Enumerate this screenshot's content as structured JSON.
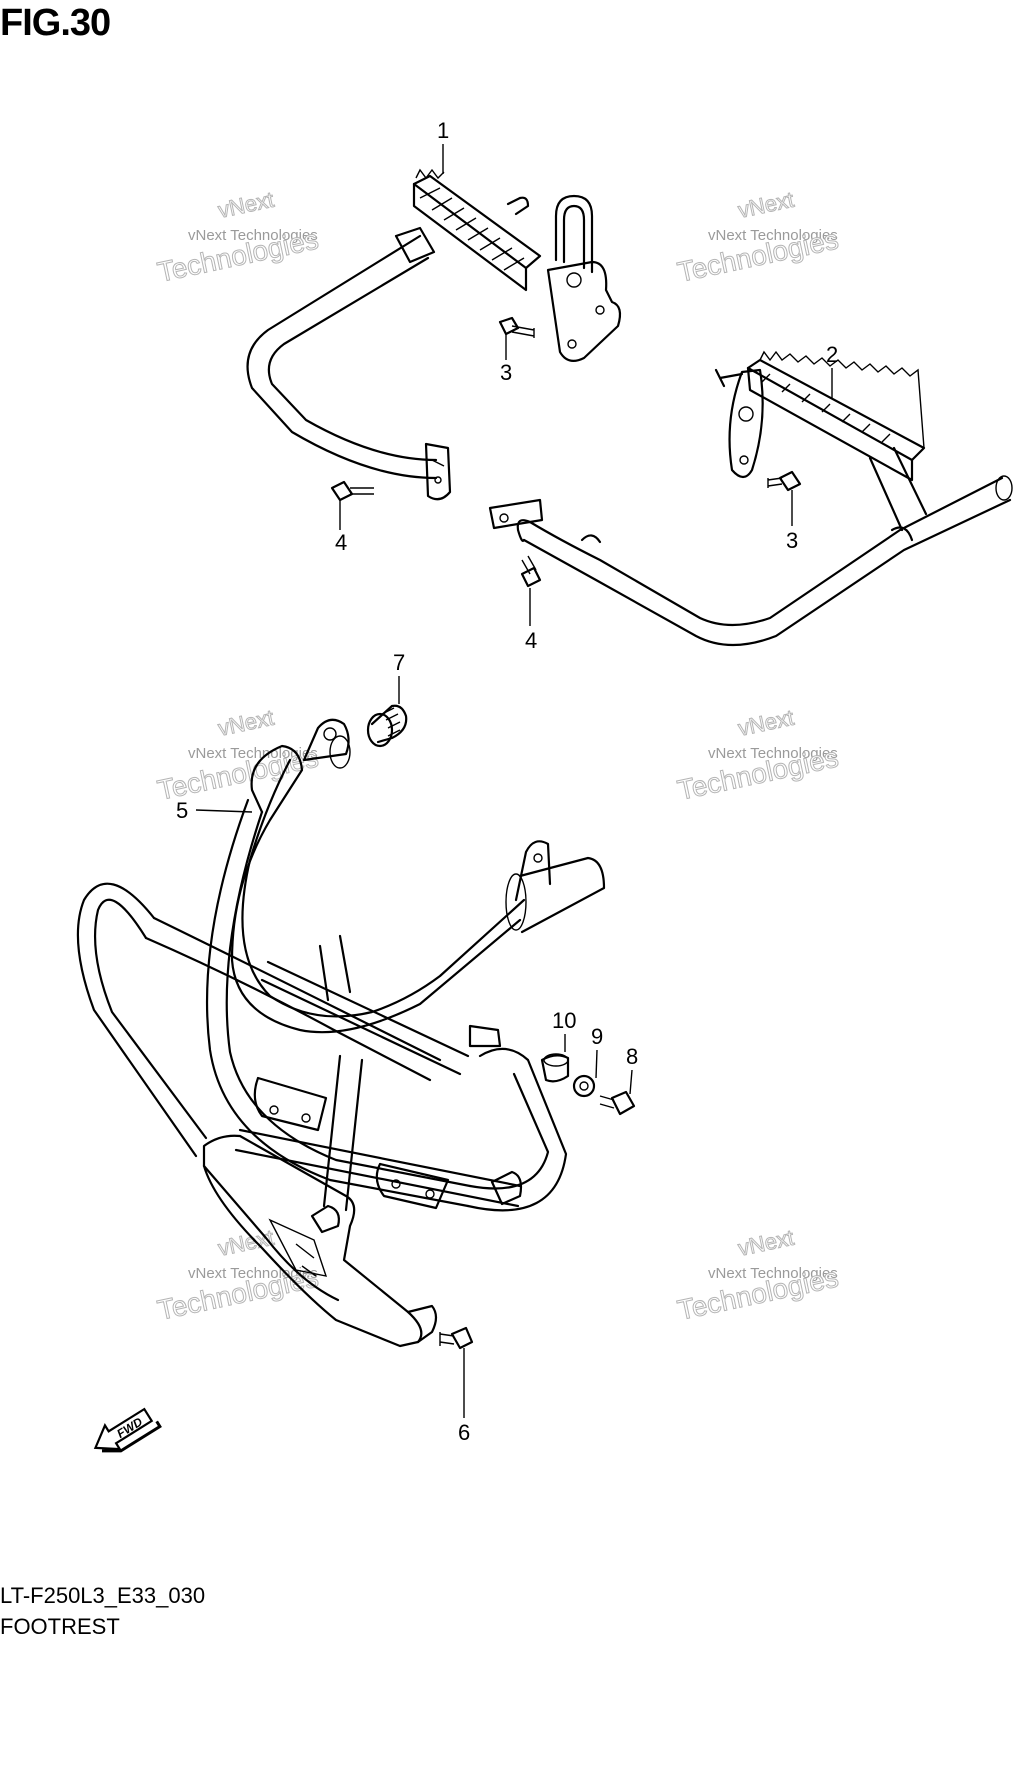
{
  "figure": {
    "title": "FIG.30",
    "model_code": "LT-F250L3_E33_030",
    "section_name": "FOOTREST",
    "fwd_label": "FWD"
  },
  "watermark": {
    "line1": "vNext",
    "line2": "vNext Technologies",
    "line3": "Technologies"
  },
  "callouts": [
    "1",
    "2",
    "3",
    "3",
    "4",
    "4",
    "5",
    "6",
    "7",
    "8",
    "9",
    "10"
  ]
}
